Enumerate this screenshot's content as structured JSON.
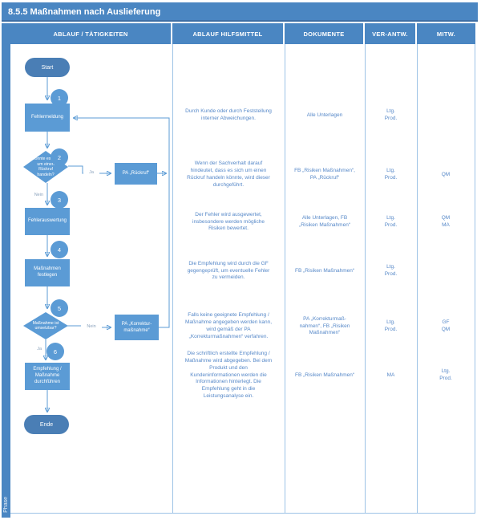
{
  "title": "8.5.5 Maßnahmen nach Auslieferung",
  "phase_label": "Phase",
  "columns": [
    "ABLAUF / TÄTIGKEITEN",
    "ABLAUF HILFSMITTEL",
    "DOKUMENTE",
    "VER-ANTW.",
    "MITW."
  ],
  "flowchart": {
    "start": "Start",
    "end": "Ende",
    "steps": {
      "s1": {
        "num": "1",
        "label": "Fehlermeldung"
      },
      "s2": {
        "num": "2",
        "label": "Könnte es sich\num einen\nRückruf\nhandeln?"
      },
      "s3": {
        "num": "3",
        "label": "Fehlerauswertung"
      },
      "s4": {
        "num": "4",
        "label": "Maßnahmen\nfestlegen"
      },
      "s5": {
        "num": "5",
        "label": "Maßnahme ist\numsetzbar?"
      },
      "s6": {
        "num": "6",
        "label": "Empfehlung /\nMaßnahme\ndurchführen"
      }
    },
    "subprocess": {
      "rueckruf": "PA „Rückruf“",
      "korrektur": "PA „Korrektur-\nmaßnahme“"
    },
    "edge_labels": {
      "ja1": "Ja",
      "nein1": "Nein",
      "nein2": "Nein",
      "ja2": "Ja"
    }
  },
  "rows": [
    {
      "hilfsmittel": "Durch Kunde oder durch Feststellung\ninterner Abweichungen.",
      "dokumente": "Alle Unterlagen",
      "verantw": "Ltg.\nProd.",
      "mitw": ""
    },
    {
      "hilfsmittel": "Wenn der Sachverhalt darauf\nhindeutet, dass es sich um einen\nRückruf handeln könnte, wird dieser\ndurchgeführt.",
      "dokumente": "FB „Risiken Maßnahmen“,\nPA „Rückruf“",
      "verantw": "Ltg.\nProd.",
      "mitw": "QM"
    },
    {
      "hilfsmittel": "Der Fehler wird ausgewertet,\ninsbesondere werden mögliche\nRisiken bewertet.",
      "dokumente": "Alle Unterlagen, FB\n„Risiken Maßnahmen“",
      "verantw": "Ltg.\nProd.",
      "mitw": "QM\nMA"
    },
    {
      "hilfsmittel": "Die Empfehlung wird durch die GF\ngegengeprüft, um eventuelle Fehler\nzu vermeiden.",
      "dokumente": "FB „Risiken Maßnahmen“",
      "verantw": "Ltg.\nProd.",
      "mitw": ""
    },
    {
      "hilfsmittel": "Falls keine geeignete Empfehlung /\nMaßnahme angegeben werden kann,\nwird gemäß der PA\n„Korrekturmaßnahmen“ verfahren.",
      "dokumente": "PA „Korrekturmaß-\nnahmen“, FB „Risiken\nMaßnahmen“",
      "verantw": "Ltg.\nProd.",
      "mitw": "GF\nQM"
    },
    {
      "hilfsmittel": "Die schriftlich erstellte Empfehlung /\nMaßnahme wird abgegeben. Bei dem\nProdukt und den\nKundeninformationen werden die\nInformationen hinterlegt. Die\nEmpfehlung geht in die\nLeistungsanalyse ein.",
      "dokumente": "FB „Risiken Maßnahmen“",
      "verantw": "MA",
      "mitw": "Ltg.\nProd."
    }
  ],
  "colors": {
    "accent_blue": "#4a86c2",
    "shape_blue": "#5b9bd5",
    "capsule_blue": "#4a7eb5",
    "grid_blue": "#9dc3e6",
    "text_blue": "#5688c8"
  }
}
